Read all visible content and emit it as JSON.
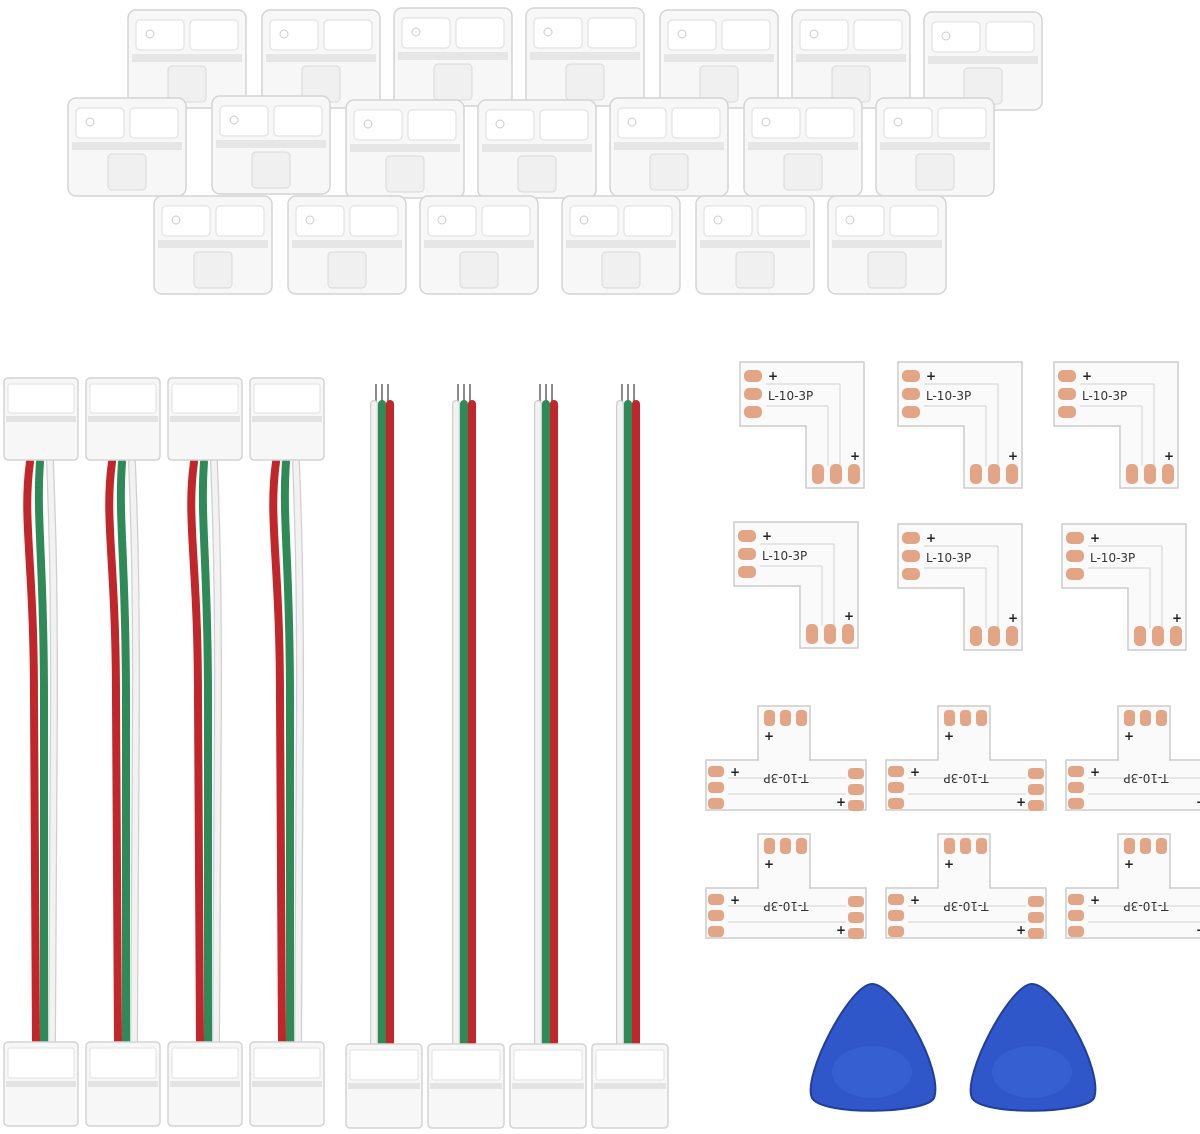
{
  "product": {
    "l_connector_label": "L-10-3P",
    "t_connector_label": "T-10-3P",
    "plus_sign": "+"
  },
  "colors": {
    "background": "#ffffff",
    "clip_body": "#f7f7f7",
    "clip_edge": "#d4d4d4",
    "pcb_body": "#fafafa",
    "copper_pad": "#e2a586",
    "wire_red": "#c0262a",
    "wire_green": "#2e8b57",
    "wire_white": "#f2f2f2",
    "pry_tool": "#2f57c9"
  },
  "counts": {
    "gapless_clips": 20,
    "wire_with_clip_both_ends": 4,
    "wire_with_clip_one_end": 4,
    "l_connectors": 6,
    "t_connectors": 6,
    "pry_tools": 2
  }
}
